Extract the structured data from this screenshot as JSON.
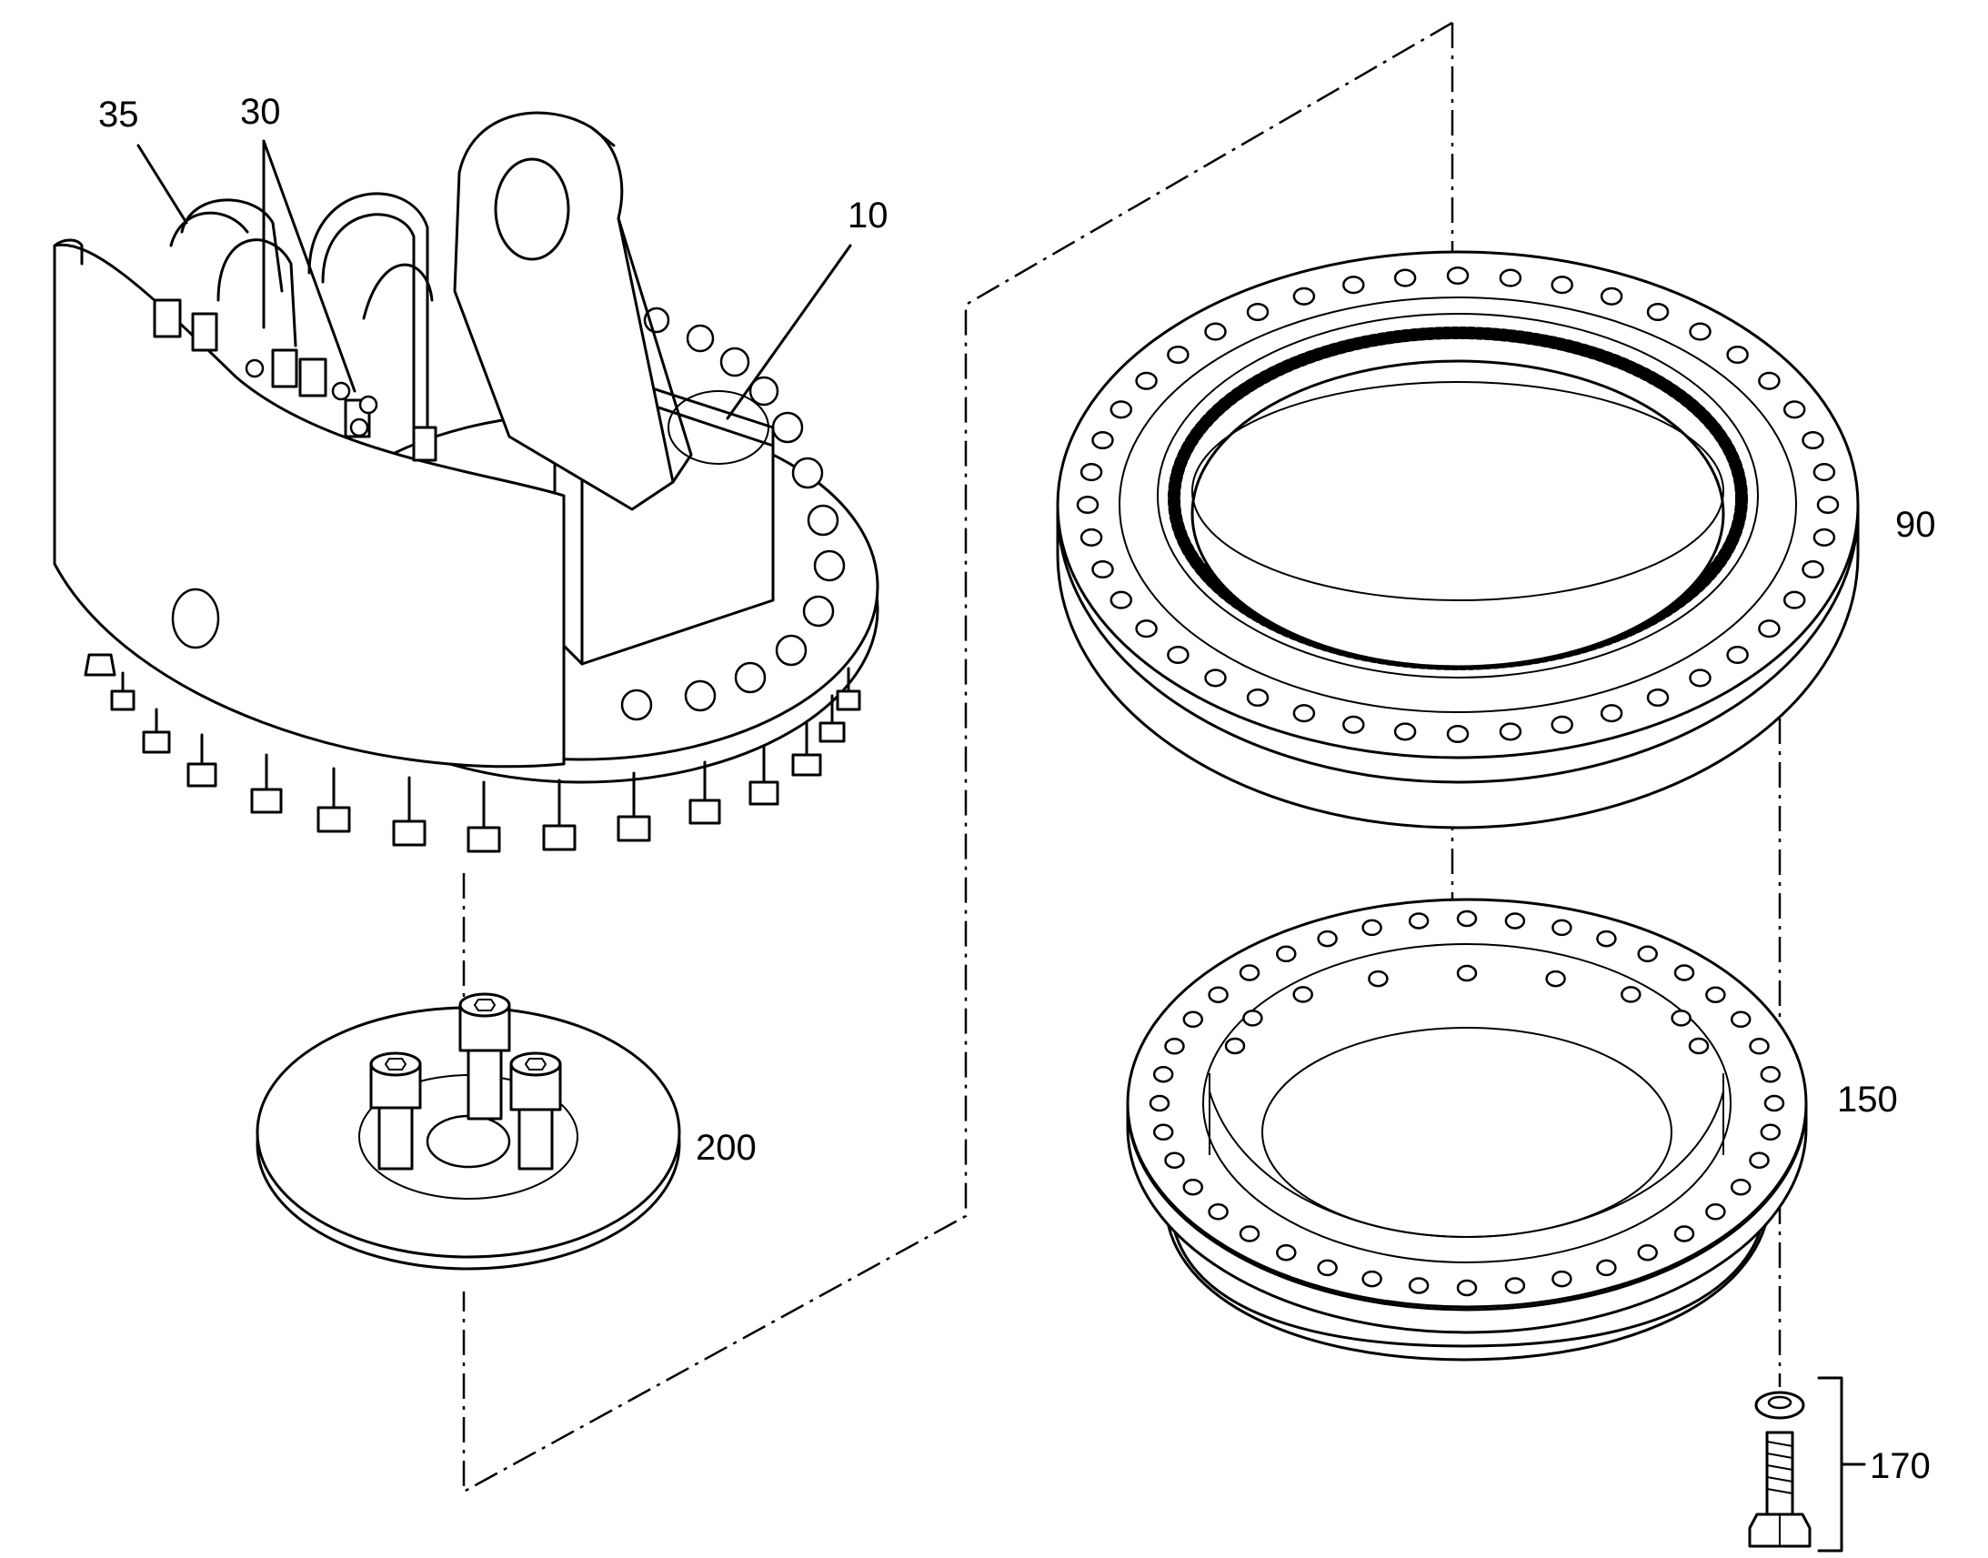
{
  "callouts": [
    {
      "id": "35",
      "text": "35"
    },
    {
      "id": "30",
      "text": "30"
    },
    {
      "id": "10",
      "text": "10"
    },
    {
      "id": "90",
      "text": "90"
    },
    {
      "id": "150",
      "text": "150"
    },
    {
      "id": "200",
      "text": "200"
    },
    {
      "id": "170",
      "text": "170"
    }
  ]
}
